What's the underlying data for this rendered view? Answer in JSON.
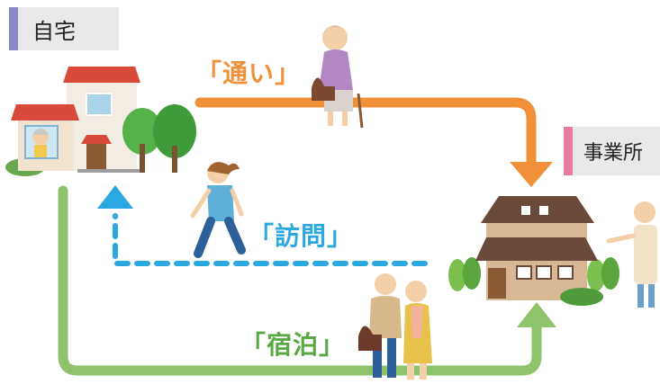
{
  "locations": {
    "home": "自宅",
    "office": "事業所"
  },
  "services": {
    "kayoi": "「通い」",
    "houmon": "「訪問」",
    "shukuhaku": "「宿泊」"
  },
  "colors": {
    "kayoi": "#f0913a",
    "houmon": "#2ba8e0",
    "shukuhaku": "#8dc36a",
    "home_marker": "#8b88c7",
    "office_marker": "#e87aa0",
    "label_bg": "#e9e9ec"
  }
}
